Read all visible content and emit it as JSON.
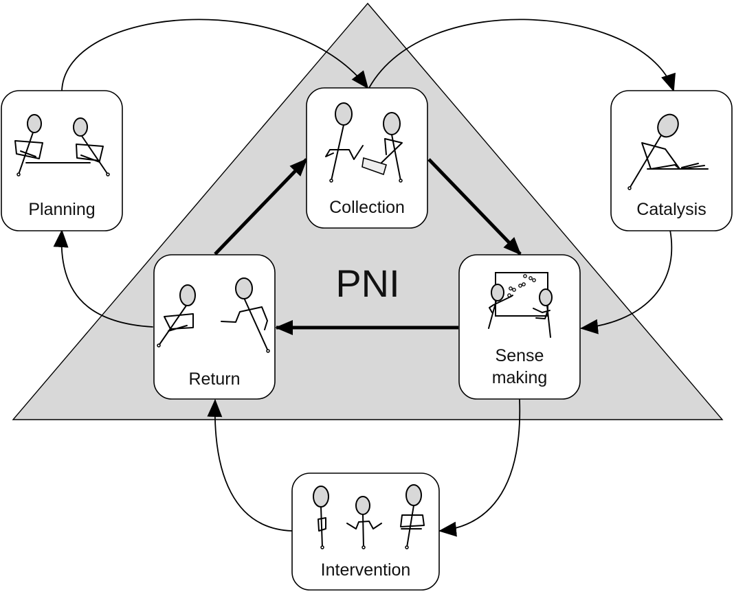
{
  "diagram": {
    "center_label": "PNI",
    "triangle_color": "#d8d8d8",
    "nodes": {
      "planning": {
        "label": "Planning"
      },
      "collection": {
        "label": "Collection"
      },
      "catalysis": {
        "label": "Catalysis"
      },
      "sense_making": {
        "label_line1": "Sense",
        "label_line2": "making"
      },
      "return": {
        "label": "Return"
      },
      "intervention": {
        "label": "Intervention"
      }
    },
    "inner_cycle": [
      "Return",
      "Collection",
      "Sense making",
      "Return"
    ],
    "outer_edges": [
      {
        "from": "Planning",
        "to": "Collection"
      },
      {
        "from": "Collection",
        "to": "Catalysis"
      },
      {
        "from": "Catalysis",
        "to": "Sense making"
      },
      {
        "from": "Sense making",
        "to": "Intervention"
      },
      {
        "from": "Intervention",
        "to": "Return"
      },
      {
        "from": "Return",
        "to": "Planning"
      }
    ]
  }
}
